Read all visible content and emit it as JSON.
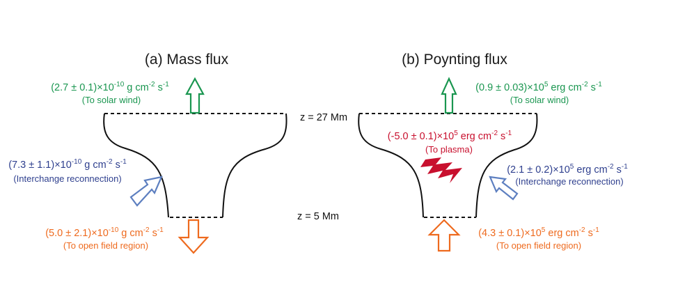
{
  "colors": {
    "green": "#1a9650",
    "blue": "#2e3f8e",
    "orange": "#ee6a1e",
    "red": "#c8102e",
    "arrow_blue": "#5d7fc0",
    "line": "#111111"
  },
  "panels": {
    "a": {
      "title": "(a) Mass flux",
      "top": {
        "value_pre": "(2.7 ± 0.1)×10",
        "exp": "-10",
        "unit": " g cm",
        "unit_exp": "-2",
        "unit_tail": " s",
        "tail_exp": "-1",
        "note": "(To solar wind)"
      },
      "side": {
        "value_pre": "(7.3 ± 1.1)×10",
        "exp": "-10",
        "unit": " g cm",
        "unit_exp": "-2",
        "unit_tail": " s",
        "tail_exp": "-1",
        "note": "(Interchange reconnection)"
      },
      "bottom": {
        "value_pre": "(5.0 ± 2.1)×10",
        "exp": "-10",
        "unit": " g cm",
        "unit_exp": "-2",
        "unit_tail": " s",
        "tail_exp": "-1",
        "note": "(To open field region)"
      }
    },
    "b": {
      "title": "(b) Poynting flux",
      "top": {
        "value_pre": "(0.9 ± 0.03)×10",
        "exp": "5",
        "unit": " erg cm",
        "unit_exp": "-2",
        "unit_tail": " s",
        "tail_exp": "-1",
        "note": "(To solar wind)"
      },
      "inside": {
        "value_pre": "(-5.0 ± 0.1)×10",
        "exp": "5",
        "unit": " erg cm",
        "unit_exp": "-2",
        "unit_tail": " s",
        "tail_exp": "-1",
        "note": "(To plasma)"
      },
      "side": {
        "value_pre": "(2.1 ± 0.2)×10",
        "exp": "5",
        "unit": " erg cm",
        "unit_exp": "-2",
        "unit_tail": " s",
        "tail_exp": "-1",
        "note": "(Interchange reconnection)"
      },
      "bottom": {
        "value_pre": "(4.3 ± 0.1)×10",
        "exp": "5",
        "unit": " erg cm",
        "unit_exp": "-2",
        "unit_tail": " s",
        "tail_exp": "-1",
        "note": "(To open field region)"
      }
    }
  },
  "heights": {
    "top": "z = 27 Mm",
    "bottom": "z = 5 Mm"
  }
}
